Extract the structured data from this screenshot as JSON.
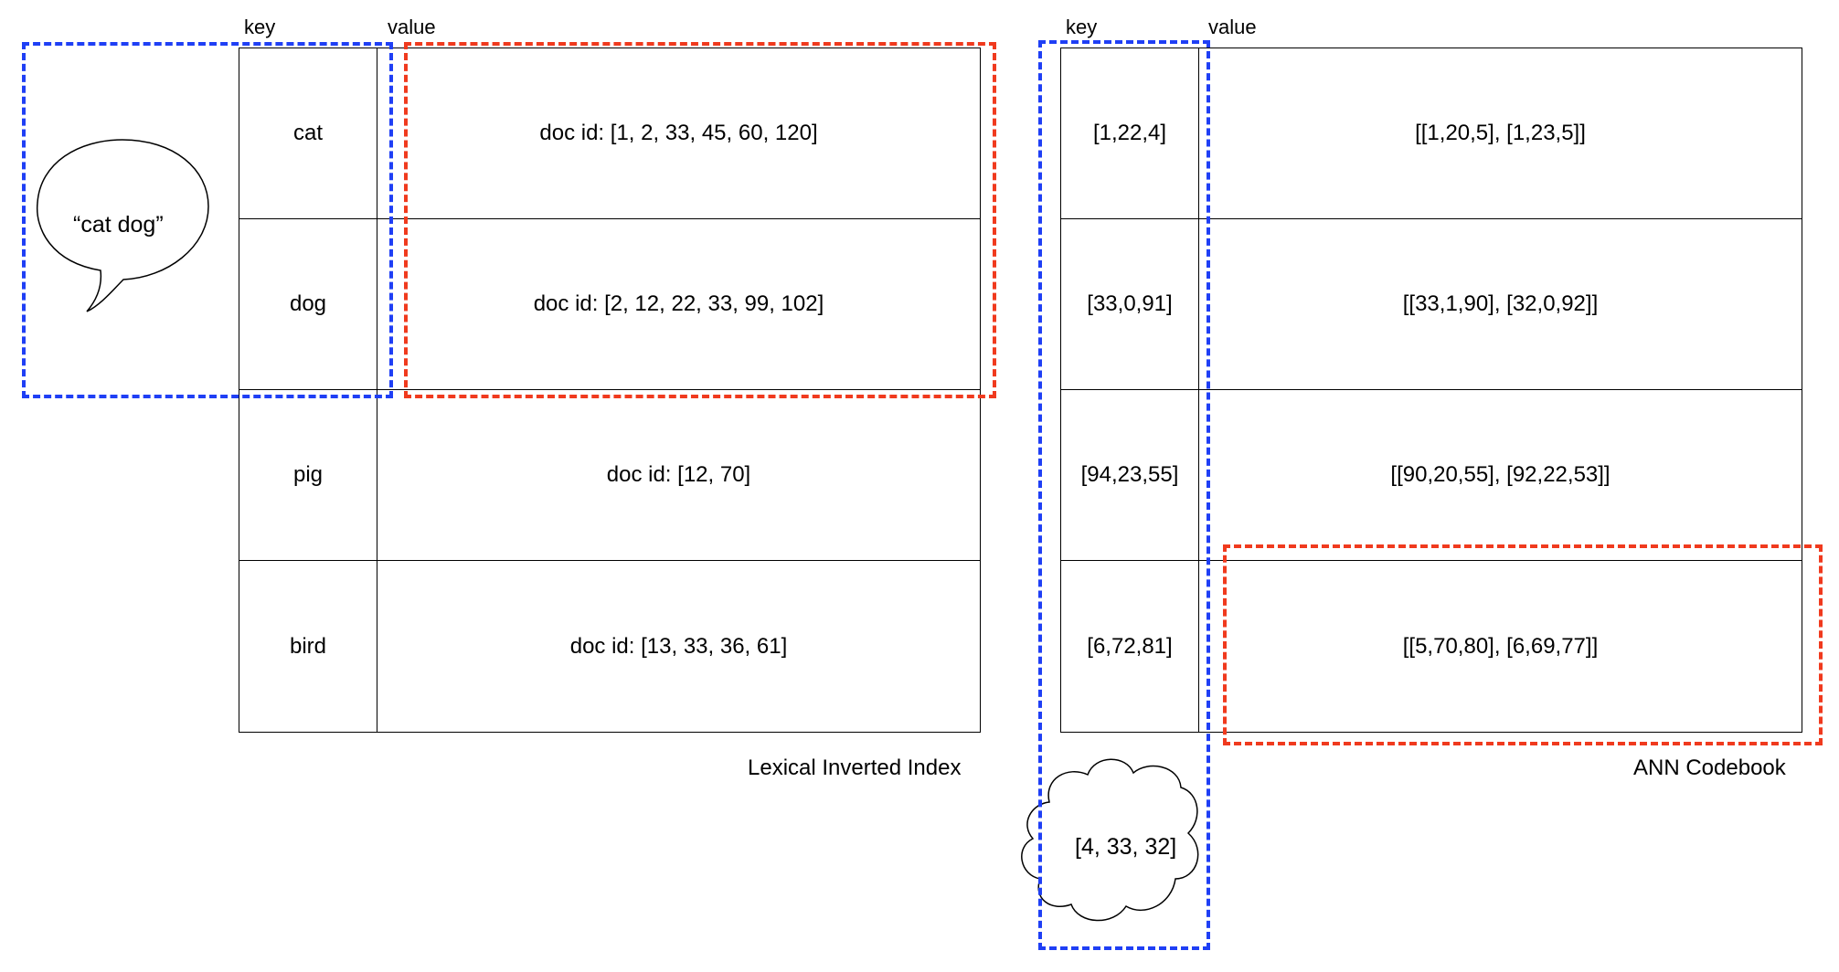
{
  "lexical": {
    "key_header": "key",
    "value_header": "value",
    "rows": [
      {
        "key": "cat",
        "value": "doc id: [1, 2, 33, 45, 60, 120]"
      },
      {
        "key": "dog",
        "value": "doc id: [2, 12, 22, 33, 99, 102]"
      },
      {
        "key": "pig",
        "value": "doc id: [12, 70]"
      },
      {
        "key": "bird",
        "value": "doc id: [13, 33, 36, 61]"
      }
    ],
    "caption": "Lexical Inverted Index",
    "query": "“cat dog”"
  },
  "ann": {
    "key_header": "key",
    "value_header": "value",
    "rows": [
      {
        "key": "[1,22,4]",
        "value": "[[1,20,5], [1,23,5]]"
      },
      {
        "key": "[33,0,91]",
        "value": "[[33,1,90], [32,0,92]]"
      },
      {
        "key": "[94,23,55]",
        "value": "[[90,20,55], [92,22,53]]"
      },
      {
        "key": "[6,72,81]",
        "value": "[[5,70,80], [6,69,77]]"
      }
    ],
    "caption": "ANN Codebook",
    "query": "[4, 33, 32]"
  },
  "colors": {
    "highlight_key": "#1f3ff5",
    "highlight_value": "#f03a1e",
    "line": "#000000"
  }
}
